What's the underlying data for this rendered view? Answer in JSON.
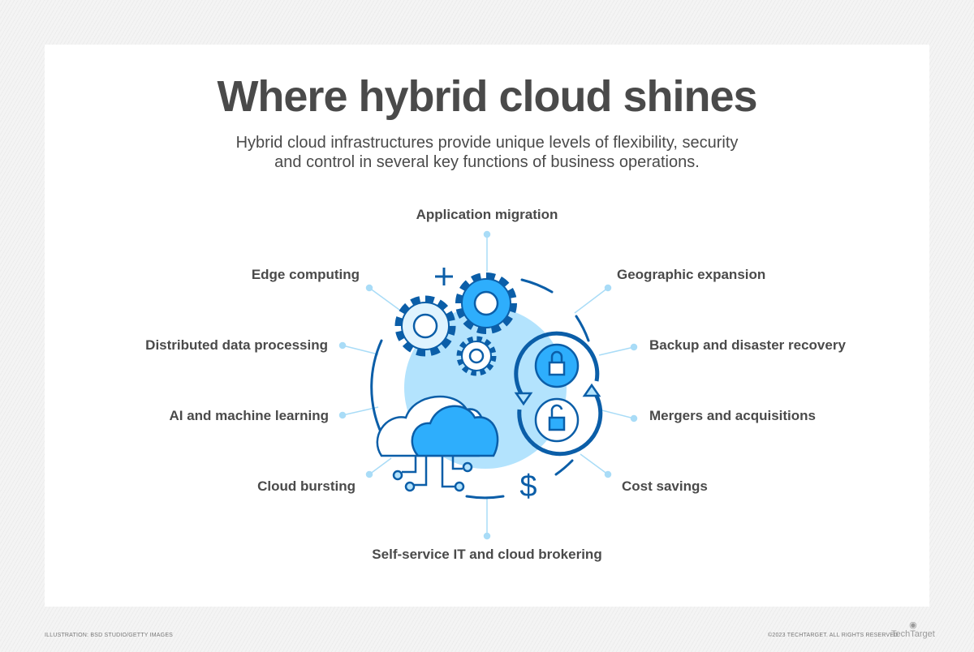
{
  "title": "Where hybrid cloud shines",
  "subtitle": [
    "Hybrid cloud infrastructures provide unique levels of flexibility, security",
    "and control in several key functions of business operations."
  ],
  "labels": {
    "top": "Application migration",
    "edge": "Edge computing",
    "geo": "Geographic expansion",
    "distributed": "Distributed data processing",
    "backup": "Backup and disaster recovery",
    "ai": "AI and machine learning",
    "mergers": "Mergers and acquisitions",
    "bursting": "Cloud bursting",
    "cost": "Cost savings",
    "bottom": "Self-service IT and cloud brokering"
  },
  "footer": {
    "credit": "ILLUSTRATION: BSD STUDIO/GETTY IMAGES",
    "copyright": "©2023 TECHTARGET. ALL RIGHTS RESERVED",
    "logo": "TechTarget"
  },
  "colors": {
    "dark_blue": "#0b5ea8",
    "mid_blue": "#2eaefc",
    "light_blue": "#b3e3fd",
    "line": "#a9dcf7"
  }
}
